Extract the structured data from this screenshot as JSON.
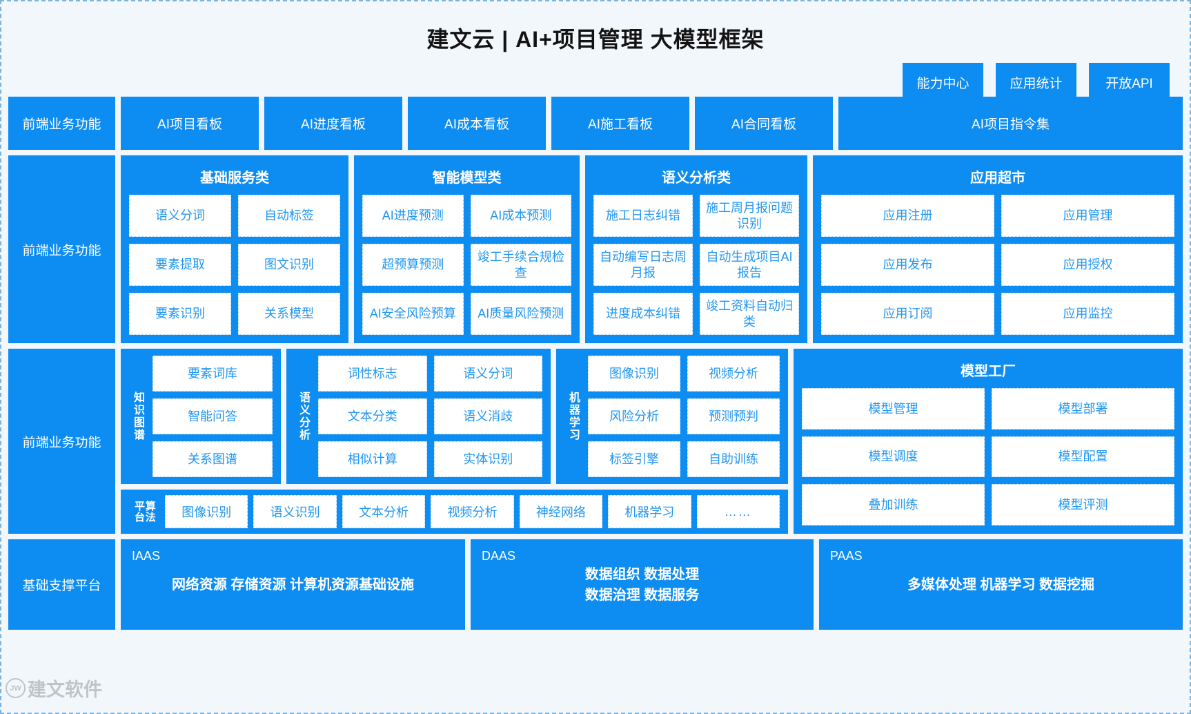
{
  "header": {
    "title": "建文云 | AI+项目管理 大模型框架",
    "buttons": [
      {
        "label": "能力中心"
      },
      {
        "label": "应用统计"
      },
      {
        "label": "开放API"
      }
    ]
  },
  "rows": {
    "frontend": {
      "side_label": "前端业务功能",
      "cells": [
        {
          "label": "AI项目看板"
        },
        {
          "label": "AI进度看板"
        },
        {
          "label": "AI成本看板"
        },
        {
          "label": "AI施工看板"
        },
        {
          "label": "AI合同看板"
        },
        {
          "label": "AI项目指令集"
        }
      ]
    },
    "services": {
      "side_label": "前端业务功能",
      "panels": [
        {
          "title": "基础服务类",
          "tiles": [
            "语义分词",
            "自动标签",
            "要素提取",
            "图文识别",
            "要素识别",
            "关系模型"
          ]
        },
        {
          "title": "智能模型类",
          "tiles": [
            "AI进度预测",
            "AI成本预测",
            "超预算预测",
            "竣工手续合规检查",
            "AI安全风险预算",
            "AI质量风险预测"
          ]
        },
        {
          "title": "语义分析类",
          "tiles": [
            "施工日志纠错",
            "施工周月报问题识别",
            "自动编写日志周月报",
            "自动生成项目AI报告",
            "进度成本纠错",
            "竣工资料自动归类"
          ]
        },
        {
          "title": "应用超市",
          "tiles": [
            "应用注册",
            "应用管理",
            "应用发布",
            "应用授权",
            "应用订阅",
            "应用监控"
          ]
        }
      ]
    },
    "capabilities": {
      "side_label": "前端业务功能",
      "groups": [
        {
          "vlabel": "知识图谱",
          "tiles": [
            "要素词库",
            "智能问答",
            "关系图谱"
          ]
        },
        {
          "vlabel": "语义分析",
          "tiles": [
            "词性标志",
            "语义分词",
            "文本分类",
            "语义消歧",
            "相似计算",
            "实体识别"
          ]
        },
        {
          "vlabel": "机器学习",
          "tiles": [
            "图像识别",
            "视频分析",
            "风险分析",
            "预测预判",
            "标签引擎",
            "自助训练"
          ]
        }
      ],
      "algorithms": {
        "label_col1": "平台",
        "label_col2": "算法",
        "tiles": [
          "图像识别",
          "语义识别",
          "文本分析",
          "视频分析",
          "神经网络",
          "机器学习",
          "……"
        ]
      },
      "factory": {
        "title": "模型工厂",
        "tiles": [
          "模型管理",
          "模型部署",
          "模型调度",
          "模型配置",
          "叠加训练",
          "模型评测"
        ]
      }
    },
    "base": {
      "side_label": "基础支撑平台",
      "cards": [
        {
          "tag": "IAAS",
          "text": "网络资源 存储资源 计算机资源基础设施"
        },
        {
          "tag": "DAAS",
          "text": "数据组织  数据处理\n数据治理  数据服务"
        },
        {
          "tag": "PAAS",
          "text": "多媒体处理 机器学习 数据挖掘"
        }
      ]
    }
  },
  "watermark": {
    "mark": "JW",
    "text": "建文软件"
  },
  "colors": {
    "accent": "#0d8cf2",
    "tile_text": "#2196f3",
    "page_bg": "#f2f7fb",
    "border": "#7ab4de"
  }
}
